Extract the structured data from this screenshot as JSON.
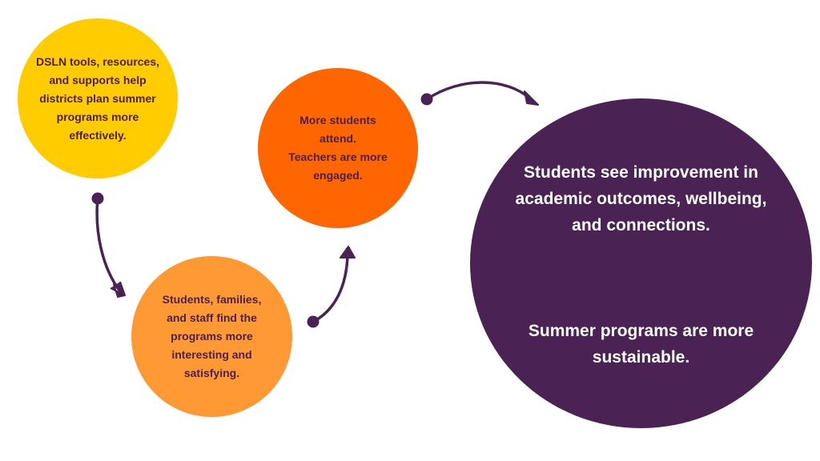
{
  "diagram": {
    "colors": {
      "step1_fill": "#ffcc00",
      "step2_fill": "#ff9933",
      "step3_fill": "#ff6600",
      "outcome_fill": "#4a2253",
      "arrow": "#4a2253",
      "dark_text": "#4b2152",
      "light_text": "#ffffff"
    },
    "steps": [
      {
        "text": "DSLN tools, resources,\nand supports help\ndistricts plan summer\nprograms more\neffectively."
      },
      {
        "text": "Students, families,\nand staff find the\nprograms more\ninteresting and\nsatisfying."
      },
      {
        "text": "More students\nattend.\nTeachers are more\nengaged."
      }
    ],
    "outcome": {
      "line1": "Students see improvement in\nacademic outcomes, wellbeing,\nand connections.",
      "line2": "Summer programs are more\nsustainable."
    }
  }
}
